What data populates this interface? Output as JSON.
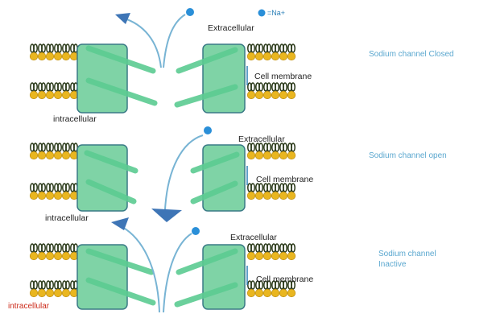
{
  "legend": {
    "ion_label": "=Na+"
  },
  "panels": [
    {
      "extracellular": "Extracellular",
      "membrane": "Cell membrane",
      "intracellular": "intracellular",
      "state_lines": [
        "Sodium channel Closed"
      ]
    },
    {
      "extracellular": "Extracellular",
      "membrane": "Cell membrane",
      "intracellular": "intracellular",
      "state_lines": [
        "Sodium channel open"
      ]
    },
    {
      "extracellular": "Extracellular",
      "membrane": "Cell membrane",
      "intracellular": "intracellular",
      "state_lines": [
        "Sodium channel",
        "Inactive"
      ]
    }
  ],
  "colors": {
    "channel_fill": "#7fd3a6",
    "channel_stroke": "#3a7a86",
    "gate_bar": "#5ccc92",
    "lipid_head": "#e9b620",
    "lipid_tail": "#2b3a1a",
    "ion": "#2a8fd8",
    "arrow": "#78b4d4",
    "arrowhead": "#3e75b6",
    "state_text": "#5aa7cf",
    "cut_label": "#cc2a1a"
  }
}
